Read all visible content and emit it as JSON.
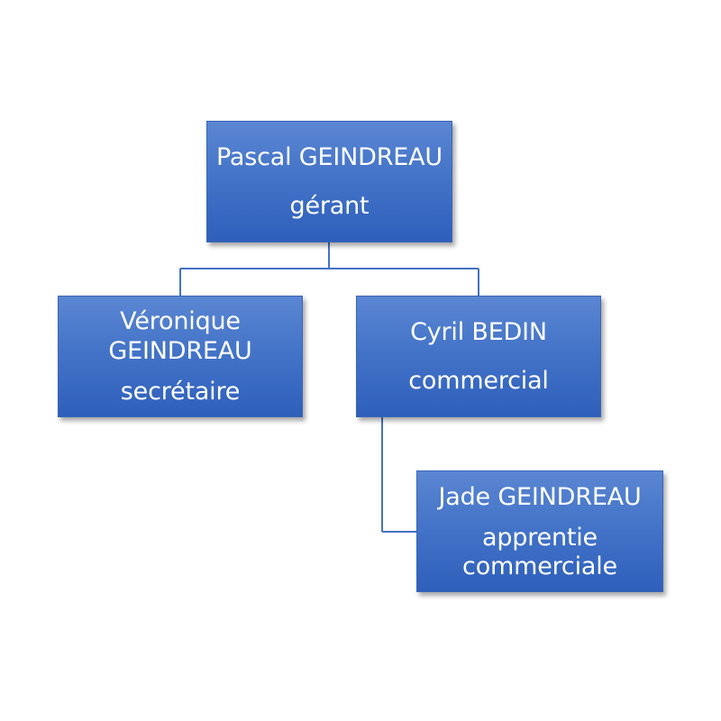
{
  "diagram": {
    "line_color": "#4472c4",
    "nodes": {
      "root": {
        "name": "Pascal GEINDREAU",
        "role": "gérant"
      },
      "left": {
        "name_line1": "Véronique",
        "name_line2": "GEINDREAU",
        "role": "secrétaire"
      },
      "right": {
        "name": "Cyril BEDIN",
        "role": "commercial"
      },
      "child": {
        "name": "Jade GEINDREAU",
        "role_line1": "apprentie",
        "role_line2": "commerciale"
      }
    }
  }
}
